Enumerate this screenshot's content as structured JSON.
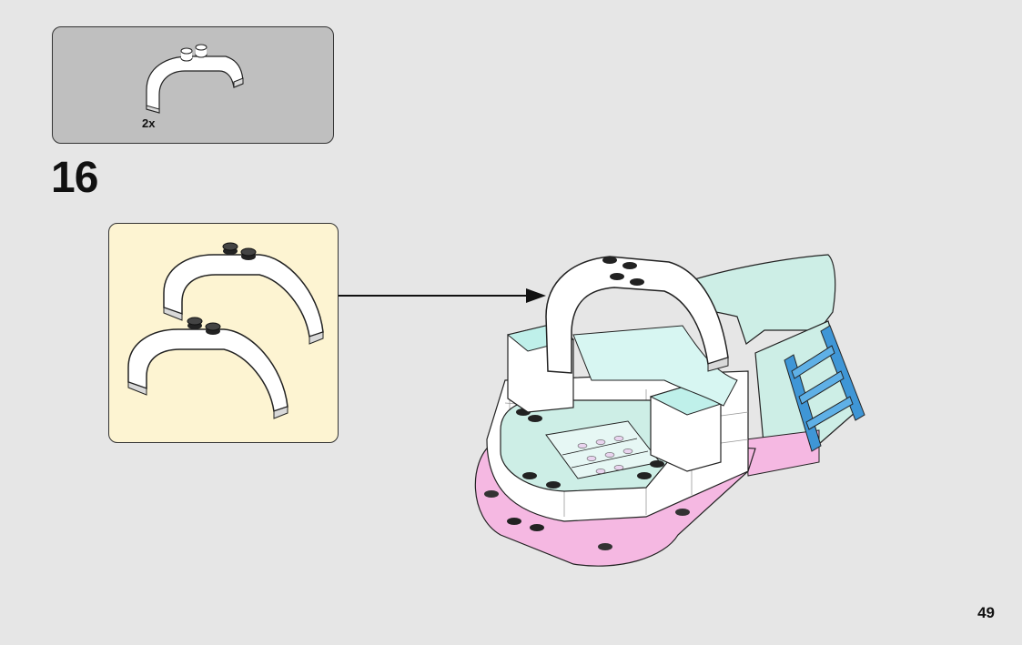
{
  "parts_list": {
    "quantity": "2x"
  },
  "step": {
    "number": "16"
  },
  "page": {
    "number": "49"
  },
  "colors": {
    "background": "#e6e6e6",
    "parts_callout_bg": "#bfbfbf",
    "sub_callout_bg": "#fdf4d2",
    "brick_white": "#ffffff",
    "brick_mint": "#cdeee6",
    "brick_pink": "#f5b8e2",
    "brick_blue": "#3f96d6",
    "brick_trans_clear": "#bff0ea"
  },
  "icons": {
    "arch_brick": "white-arch-brick-icon",
    "arrow": "arrow-right-icon",
    "model": "lego-model-icon"
  }
}
